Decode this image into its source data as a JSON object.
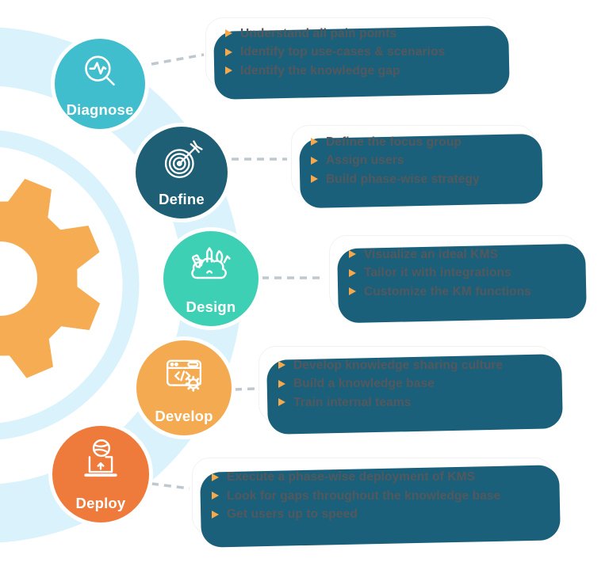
{
  "colors": {
    "band": "#D9F2FC",
    "gear": "#F6AC52",
    "shadow": "#1A607B",
    "dash": "#BFC8CE",
    "bullet": "#F6A94C",
    "text": "#54585D",
    "diagnose": "#40BECD",
    "define": "#1E5F76",
    "design": "#3ED0B4",
    "develop": "#F4AA51",
    "deploy": "#EE7A3B"
  },
  "steps": [
    {
      "label": "Diagnose",
      "icon": "magnifier-pulse-icon",
      "items": [
        "Understand all pain points",
        "Identify top use-cases & scenarios",
        "Identify the knowledge gap"
      ]
    },
    {
      "label": "Define",
      "icon": "target-arrow-icon",
      "items": [
        "Define the focus group",
        "Assign users",
        "Build phase-wise strategy"
      ]
    },
    {
      "label": "Design",
      "icon": "creative-cloud-icon",
      "items": [
        "Visualize an ideal KMS",
        "Tailor it with integrations",
        "Customize the KM functions"
      ]
    },
    {
      "label": "Develop",
      "icon": "code-window-gear-icon",
      "items": [
        "Develop knowledge sharing culture",
        "Build a  knowledge base",
        "Train internal teams"
      ]
    },
    {
      "label": "Deploy",
      "icon": "laptop-globe-icon",
      "items": [
        "Execute a phase-wise deployment of KMS",
        "Look for gaps throughout the knowledge base",
        "Get users up to speed"
      ]
    }
  ]
}
